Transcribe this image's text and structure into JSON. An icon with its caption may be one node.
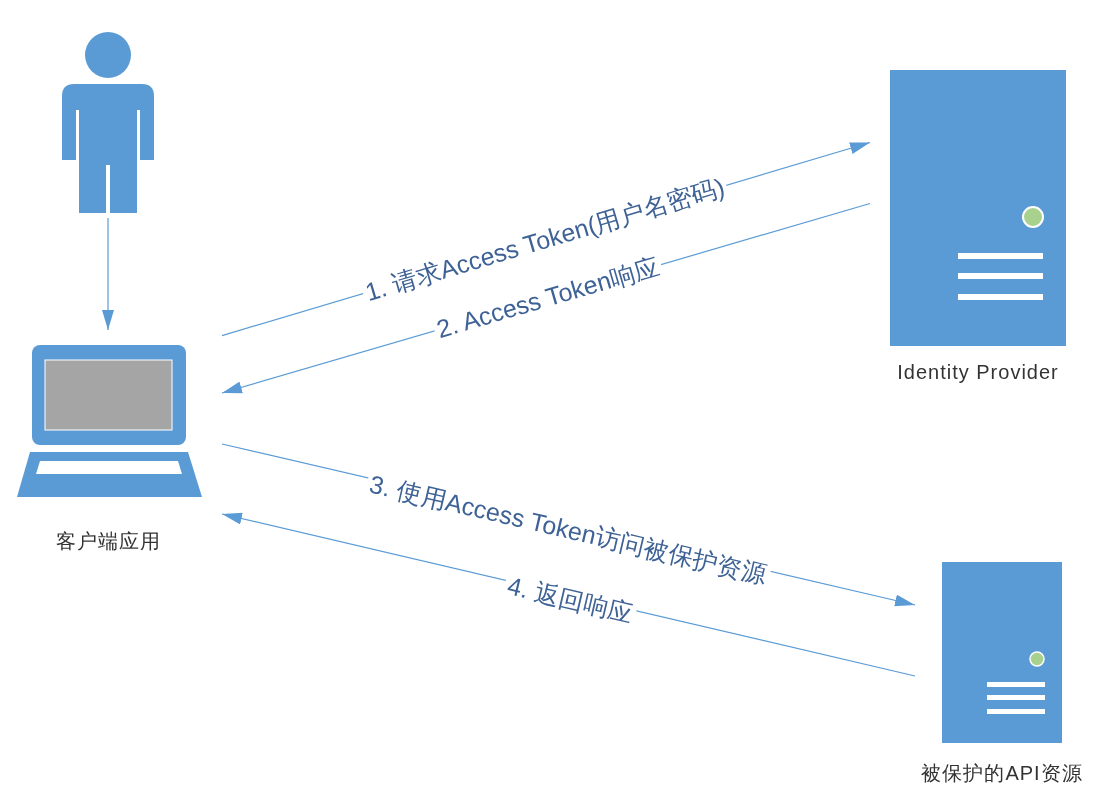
{
  "diagram": {
    "nodes": [
      {
        "text": [],
        "shape": "person"
      },
      {
        "text": [
          "客户端应用"
        ]
      },
      {
        "text": [
          "Identity Provider"
        ]
      },
      {
        "text": [
          "被保护的API资源"
        ]
      }
    ],
    "edges": [
      {
        "from": 0,
        "to": 1,
        "arrow": "to"
      },
      {
        "from": 1,
        "to": 2,
        "arrow": "to",
        "label": "1. 请求Access Token(用户名密码)"
      },
      {
        "from": 2,
        "to": 1,
        "arrow": "to",
        "label": "2. Access Token响应"
      },
      {
        "from": 1,
        "to": 3,
        "arrow": "to",
        "label": "3. 使用Access Token访问被保护资源"
      },
      {
        "from": 3,
        "to": 1,
        "arrow": "to",
        "label": "4. 返回响应"
      }
    ]
  }
}
